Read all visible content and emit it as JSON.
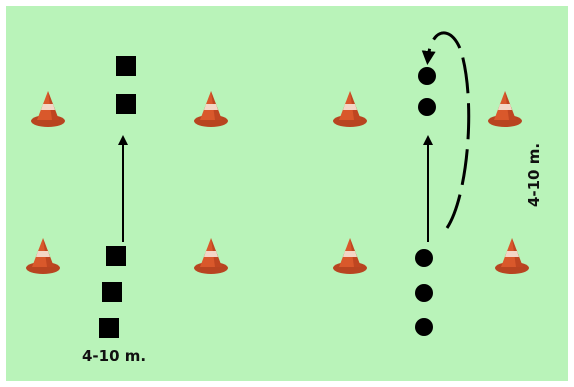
{
  "diagram": {
    "field_color": "#b9f3b9",
    "cone_color": "#d9582b",
    "marker_color": "#000000",
    "labels": {
      "bottom_distance": "4-10 m.",
      "side_distance": "4-10 m."
    },
    "icons": {
      "cone": "traffic-cone-icon",
      "square_marker": "square-player-icon",
      "circle_marker": "circle-player-icon"
    },
    "counts": {
      "cones": 8,
      "squares_front": 2,
      "squares_back": 3,
      "circles_front": 2,
      "circles_back": 3
    }
  }
}
